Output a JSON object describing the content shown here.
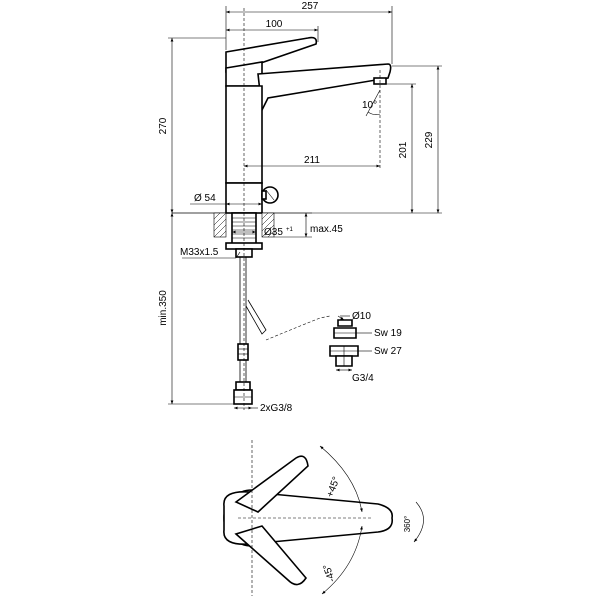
{
  "dimensions": {
    "overall_length": "257",
    "handle_length": "100",
    "total_height": "270",
    "spout_height": "229",
    "outlet_height": "201",
    "projection": "211",
    "base_diameter": "Ø 54",
    "hole_diameter": "Ø35",
    "hole_tolerance": "+1",
    "deck_thickness": "max.45",
    "thread": "M33x1.5",
    "hose_length": "min.350",
    "connections": "2xG3/8",
    "aerator_angle": "10°",
    "fitting_diameter": "Ø10",
    "wrench_1": "Sw 19",
    "wrench_2": "Sw 27",
    "valve_thread": "G3/4",
    "swing_plus": "+45°",
    "swing_minus": "-45°",
    "rotation": "360°"
  }
}
